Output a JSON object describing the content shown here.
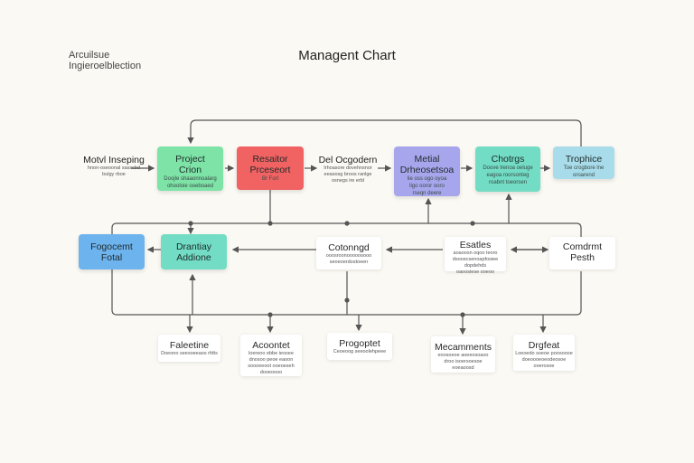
{
  "brand": {
    "line1": "Arcuilsue",
    "line2": "Ingieroelblection"
  },
  "title": "Managent Chart",
  "nodes": {
    "motivinspring": {
      "title": "Motvl Inseping",
      "desc": [
        "hnon-oseoonal sasscbd",
        "bulgy rboe"
      ]
    },
    "project_crion": {
      "title": "Project Crion",
      "desc": [
        "Doojle shaaonnoalarg",
        "ohooloie ooeboaed"
      ]
    },
    "resaitor": {
      "title": "Resaitor Prceseort",
      "desc": [
        "Br Forl"
      ],
      "color": "#f16262"
    },
    "del_ocgodern": {
      "title": "Del Ocgodern",
      "desc": [
        "Irhoasore dovehnsnor",
        "eeasosg broos ranlge",
        "osnegs ire erbl"
      ]
    },
    "metial": {
      "title": "Metial Drheosetsoa",
      "desc": [
        "lie oss ogo oyoa",
        "ligo ooror ooro",
        "rseqn deere"
      ],
      "color": "#a7a6ec"
    },
    "chotrgs": {
      "title": "Chotrgs",
      "desc": [
        "Doove lrenoa oeluge",
        "eagoa roorsonteg",
        "roabnt toeorsen"
      ],
      "color": "#72dcc4"
    },
    "trophice": {
      "title": "Trophice",
      "desc": [
        "Toe crogbore lne",
        "oroarend"
      ],
      "color": "#a8dcea"
    },
    "fogocemt": {
      "title": "Fogocemt Fotal",
      "desc": [],
      "color": "#6db3ee"
    },
    "drantiay": {
      "title": "Drantiay Addione",
      "desc": [],
      "color": "#72dcc4"
    },
    "cotonngd": {
      "title": "Cotonngd",
      "desc": [
        "ooosroonooooooooo",
        "seoeoerdostoeen"
      ]
    },
    "esatles": {
      "title": "Esatles",
      "desc": [
        "aoaoosn oqoo teoro",
        "dsooecsenoapfosiee",
        "dopdehds",
        "oaoosiese ooeoo"
      ]
    },
    "comdrmt": {
      "title": "Comdrmt Pesth",
      "desc": []
    },
    "faleetine": {
      "title": "Faleetine",
      "desc": [
        "Doeono seesoeeaos rfdts"
      ]
    },
    "acoontet": {
      "title": "Acoontet",
      "desc": [
        "loereoo ebbe ieosee",
        "dnosoo peoe eaoon",
        "soooeeoot ooeoeseh",
        "dooeoooo"
      ]
    },
    "progoptet": {
      "title": "Progoptet",
      "desc": [
        "Ceoeoog seeoolehpeee"
      ]
    },
    "mecamments": {
      "title": "Mecamments",
      "desc": [
        "eoosoeoe aoeeosoaoo",
        "droo isoersoesoe",
        "eoeaoosd"
      ]
    },
    "drgfeat": {
      "title": "Drgfeat",
      "desc": [
        "Loeoedo soeoe poosoooe",
        "doeoooeoeodeosoe",
        "ooerosoe"
      ]
    }
  },
  "colors": {
    "green": "#7ee3a6",
    "red": "#f16262",
    "purple": "#a7a6ec",
    "teal": "#72dcc4",
    "lightblue": "#a8dcea",
    "blue": "#6db3ee",
    "connector": "#555555",
    "background": "#fbf9f3"
  }
}
